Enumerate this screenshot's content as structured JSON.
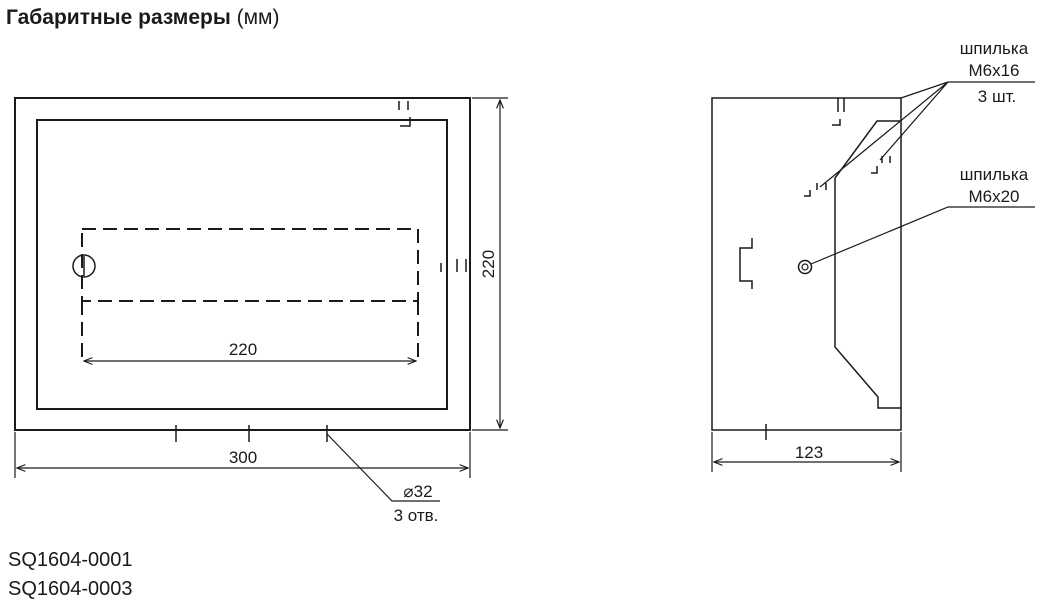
{
  "title": {
    "bold": "Габаритные размеры",
    "unit": "(мм)"
  },
  "front_view": {
    "inner_width": "220",
    "outer_width": "300",
    "height": "220",
    "hole_diameter": "⌀32",
    "hole_count": "3 отв."
  },
  "side_view": {
    "depth": "123",
    "stud_top_line1": "шпилька",
    "stud_top_line2": "М6х16",
    "stud_top_count": "3 шт.",
    "stud_mid_line1": "шпилька",
    "stud_mid_line2": "М6х20"
  },
  "codes": [
    "SQ1604-0001",
    "SQ1604-0003"
  ]
}
